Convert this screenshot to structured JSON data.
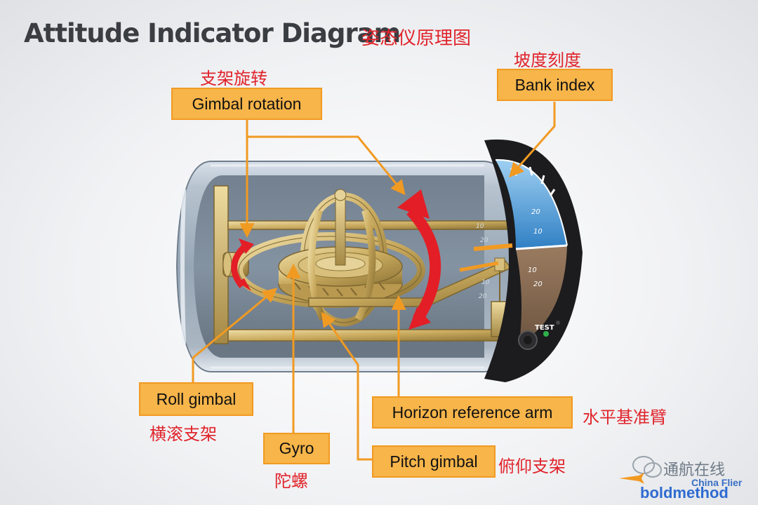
{
  "title": "Attitude Indicator Diagram",
  "title_cn": "姿态仪原理图",
  "labels": {
    "gimbal_rotation": "Gimbal rotation",
    "gimbal_rotation_cn": "支架旋转",
    "bank_index": "Bank index",
    "bank_index_cn": "坡度刻度",
    "roll_gimbal": "Roll gimbal",
    "roll_gimbal_cn": "横滚支架",
    "gyro": "Gyro",
    "gyro_cn": "陀螺",
    "horizon_reference_arm": "Horizon reference arm",
    "horizon_reference_arm_cn": "水平基准臂",
    "pitch_gimbal": "Pitch gimbal",
    "pitch_gimbal_cn": "俯仰支架"
  },
  "dial": {
    "ticks": [
      "10",
      "20",
      "10",
      "20",
      "10",
      "20",
      "10",
      "20"
    ],
    "test_label": "TEST"
  },
  "watermark": {
    "line1": "通航在线",
    "line2": "China Flier",
    "line3": "boldmethod"
  },
  "colors": {
    "label_fill": "#f7b54a",
    "label_border": "#f19a22",
    "chinese_text": "#e0242b",
    "arrow_orange": "#f19a22",
    "rotation_red": "#e31e26",
    "sky_blue": "#3a8fd4",
    "ground_brown": "#8a6d55"
  }
}
